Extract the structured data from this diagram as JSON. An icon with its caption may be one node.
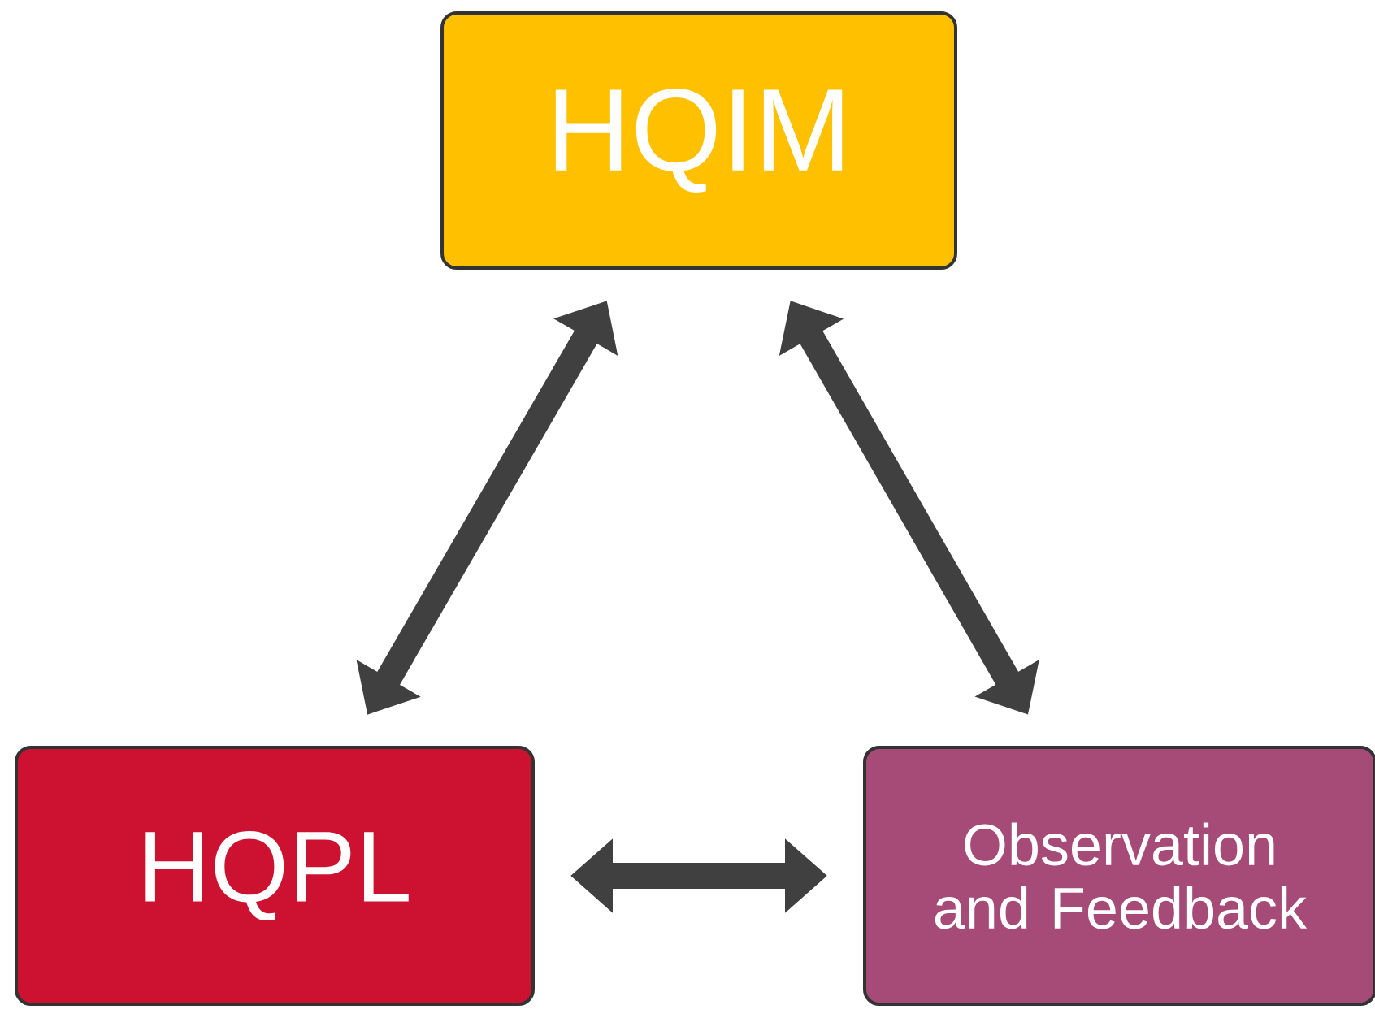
{
  "diagram": {
    "nodes": [
      {
        "text": [
          "HQIM"
        ]
      },
      {
        "text": [
          "HQPL"
        ]
      },
      {
        "text": [
          "Observation and Feedback"
        ]
      }
    ],
    "edges": [
      {
        "from": 1,
        "to": 0,
        "arrow": "both"
      },
      {
        "from": 0,
        "to": 2,
        "arrow": "both"
      },
      {
        "from": 1,
        "to": 2,
        "arrow": "both"
      }
    ]
  }
}
